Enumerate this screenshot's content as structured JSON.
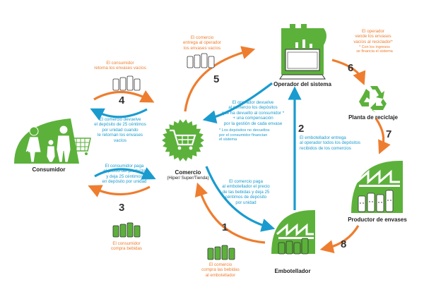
{
  "nodes": {
    "operador": "Operador del sistema",
    "planta": "Planta de reciclaje",
    "productor": "Productor de envases",
    "embotellador": "Embotellador",
    "comercio": "Comercio",
    "comercio_sub": "(Hiper/ Super/Tienda)",
    "consumidor": "Consumidor"
  },
  "steps": {
    "s1": "1",
    "s2": "2",
    "s3": "3",
    "s4": "4",
    "s5": "5",
    "s6": "6",
    "s7": "7",
    "s8": "8"
  },
  "texts": {
    "comercio_entrega": "El comercio\nentrega al operador\nlos envases vacíos",
    "operador_vende": "El operador\nvende los envases\nvacíos al reciclador*",
    "operador_vende_note": "* Con los ingresos\nse financia el sistema",
    "consumidor_retorna": "El consumidor\nretorna los envases vacíos",
    "operador_devuelve": "El operador devuelve\nal comercio los depósitos\nque ha devuelto al consumidor *\n+ una compensación\npor la gestión de cada envase",
    "operador_devuelve_note": "* Los depósitos no devueltos\npor el consumidor financian\nel sistema",
    "comercio_devuelve": "El comercio devuelve\nel depósito de 25 céntimos\npor unidad cuando\nle retornan los envases\nvacíos",
    "embotellador_entrega": "El embotellador entrega\nal operador todos los depósitos\nrecibidos de los comercios",
    "consumidor_paga": "El consumidor paga\nel precio del producto\ny deja 25 céntimos\nen depósito por unidad",
    "comercio_paga": "El comercio paga\nal embotellador el precio\nde las bebidas y deja 25\ncéntimos de depósito\npor unidad",
    "consumidor_compra": "El consumidor\ncompra bebidas",
    "comercio_compra": "El comercio\ncompra las bebidas\nal embotellador"
  },
  "colors": {
    "orange": "#ee7d2f",
    "blue": "#1a9bcf",
    "green": "#5cb13b"
  }
}
